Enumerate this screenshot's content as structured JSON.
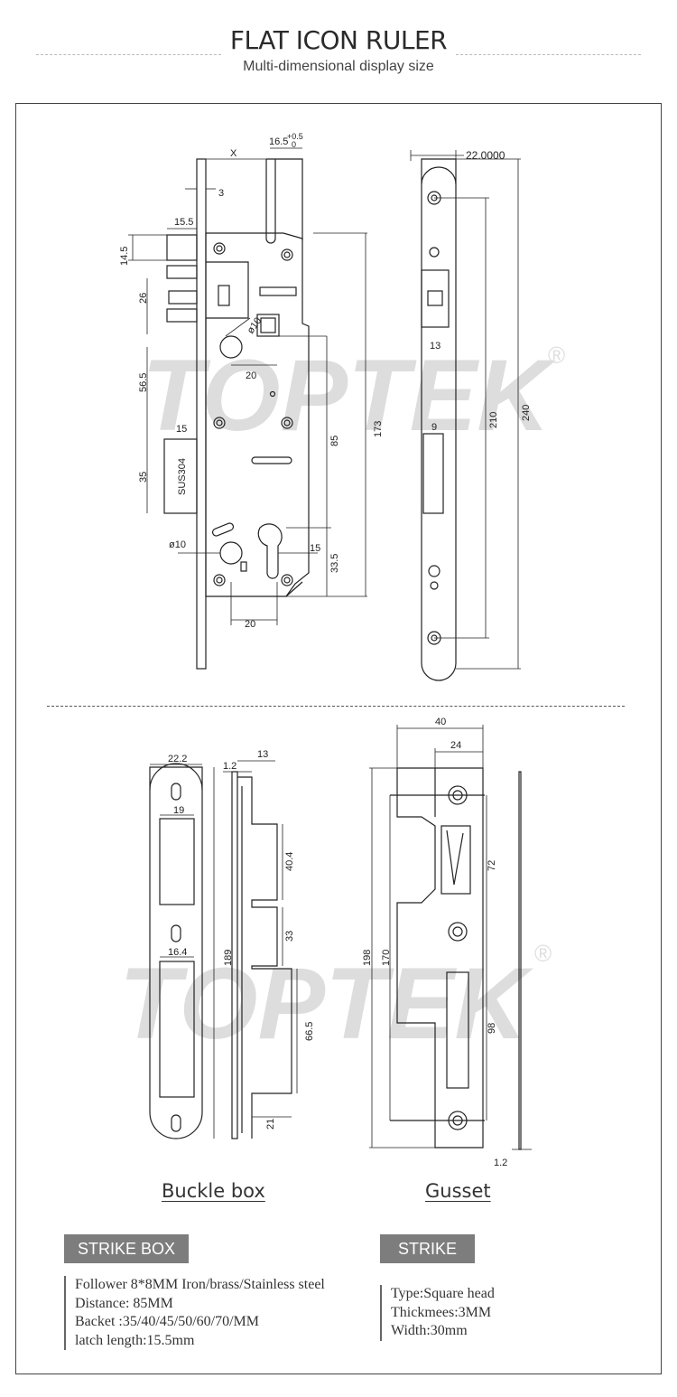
{
  "header": {
    "title": "FLAT ICON RULER",
    "subtitle": "Multi-dimensional display size"
  },
  "watermark": {
    "text": "TOPTEK",
    "mark": "®"
  },
  "lock_body": {
    "dims": {
      "x": "X",
      "d16_5": "16.5",
      "tol_plus": "+0.5",
      "tol_zero": "0",
      "d3": "3",
      "d15_5": "15.5",
      "d14_5": "14.5",
      "d26": "26",
      "phi10_top": "ø10",
      "d20_top": "20",
      "d56_5": "56.5",
      "d173": "173",
      "d15_latch": "15",
      "d85": "85",
      "d35": "35",
      "sus": "SUS304",
      "phi10_bottom": "ø10",
      "d15_cyl": "15",
      "d33_5": "33.5",
      "d20_bottom": "20"
    }
  },
  "faceplate": {
    "dims": {
      "w": "22.0000",
      "d210": "210",
      "d240": "240",
      "d13": "13",
      "d9": "9"
    }
  },
  "buckle_box": {
    "caption": "Buckle box",
    "dims": {
      "d22_2": "22.2",
      "d19": "19",
      "d16_4": "16.4",
      "d189": "189",
      "d1_2": "1.2",
      "d13": "13",
      "d40_4": "40.4",
      "d33": "33",
      "d66_5": "66.5",
      "d21": "21"
    }
  },
  "gusset": {
    "caption": "Gusset",
    "dims": {
      "d40": "40",
      "d24": "24",
      "d72": "72",
      "d198": "198",
      "d170": "170",
      "d98": "98",
      "d1_2": "1.2"
    }
  },
  "strike_box": {
    "tag": "STRIKE BOX",
    "specs": [
      "Follower 8*8MM Iron/brass/Stainless steel",
      "Distance: 85MM",
      "Backet :35/40/45/50/60/70/MM",
      "latch length:15.5mm"
    ]
  },
  "strike": {
    "tag": "STRIKE",
    "specs": [
      "Type:Square head",
      "Thickmees:3MM",
      "Width:30mm"
    ]
  }
}
